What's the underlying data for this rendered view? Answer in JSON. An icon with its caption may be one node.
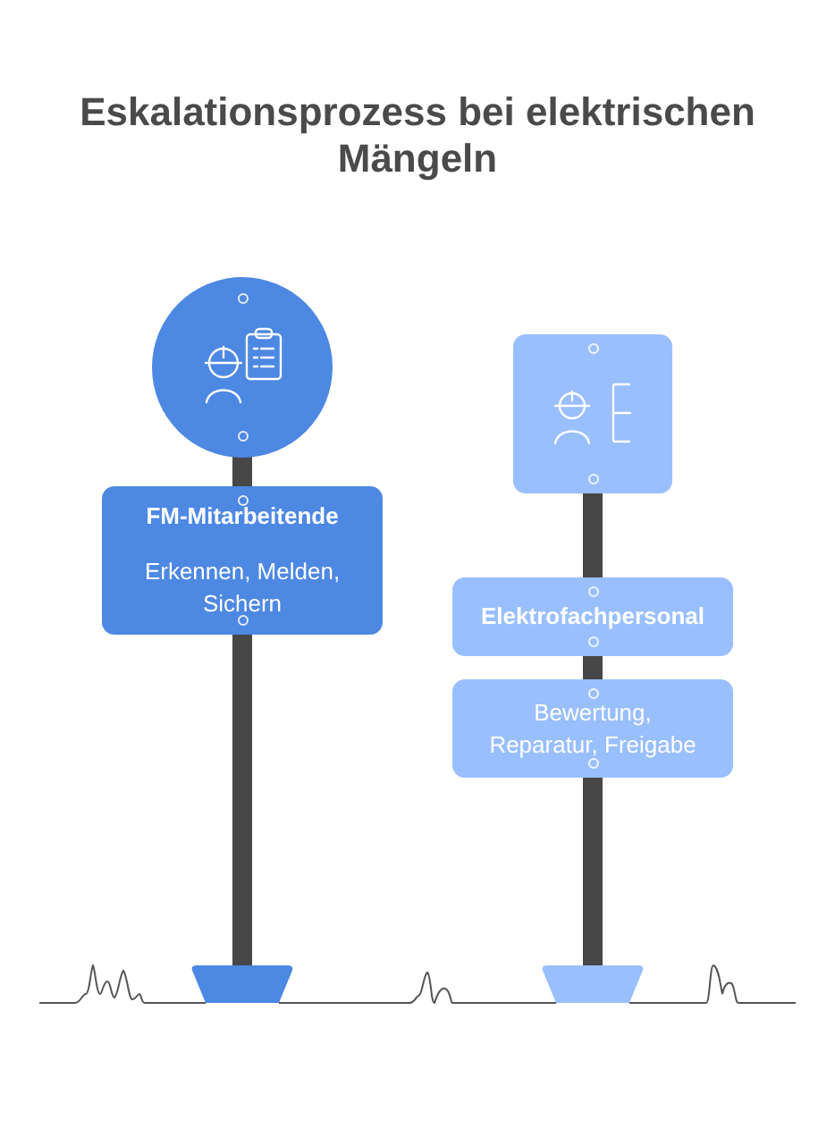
{
  "diagram": {
    "title": "Eskalationsprozess bei elektrischen Mängeln",
    "nodes": [
      {
        "text": [],
        "shape": "circle"
      },
      {
        "text": [
          "FM-Mitarbeitende",
          "Erkennen, Melden, Sichern"
        ]
      },
      {
        "text": [],
        "shape": "box"
      },
      {
        "text": [
          "Elektrofachpersonal"
        ]
      },
      {
        "text": [
          "Bewertung, Reparatur, Freigabe"
        ]
      }
    ]
  }
}
